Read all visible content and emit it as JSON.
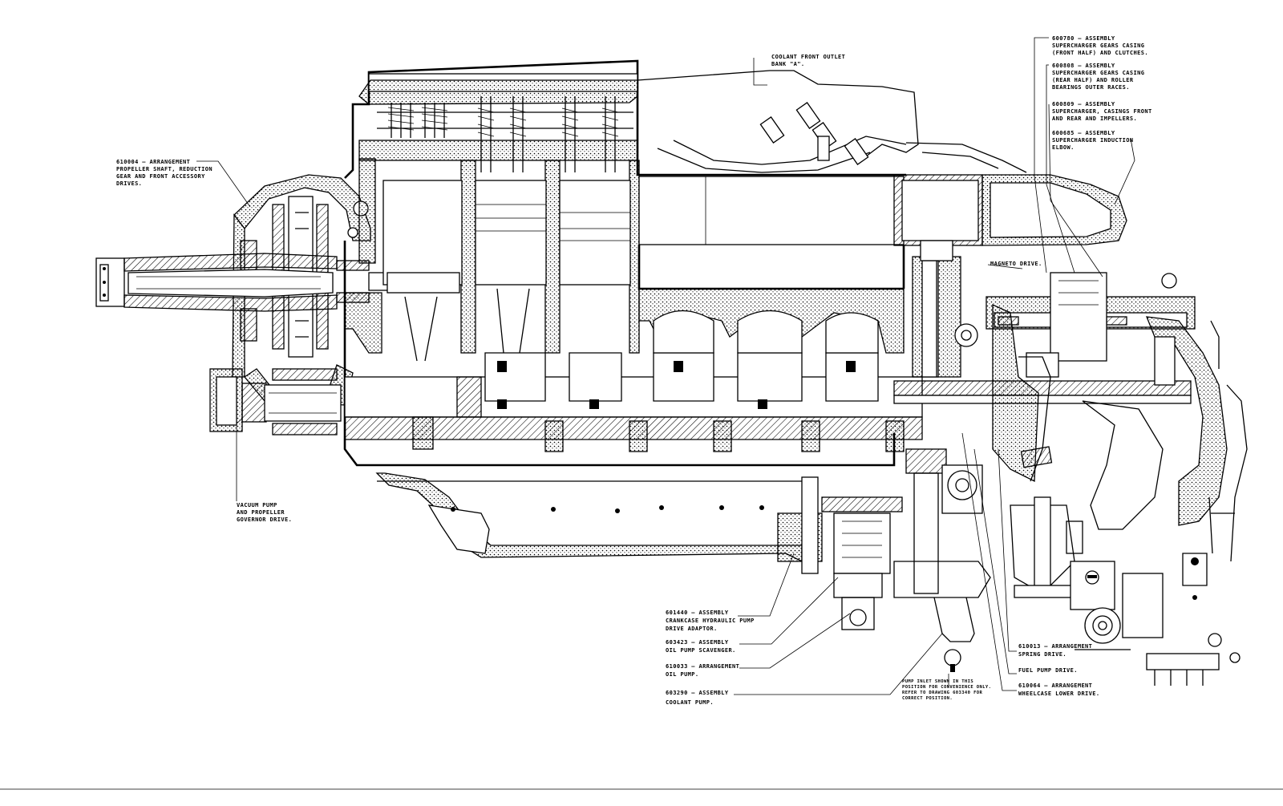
{
  "callouts": {
    "prop_shaft": [
      "610004 — ARRANGEMENT",
      "PROPELLER SHAFT, REDUCTION",
      "GEAR AND FRONT ACCESSORY",
      "DRIVES."
    ],
    "vacuum_pump": [
      "VACUUM PUMP",
      "AND PROPELLER",
      "GOVERNOR DRIVE."
    ],
    "coolant_outlet": [
      "COOLANT FRONT OUTLET",
      "BANK \"A\"."
    ],
    "sc_gears_front": [
      "600780 — ASSEMBLY",
      "SUPERCHARGER GEARS CASING",
      "(FRONT HALF) AND CLUTCHES."
    ],
    "sc_gears_rear": [
      "600808 — ASSEMBLY",
      "SUPERCHARGER GEARS CASING",
      "(REAR HALF) AND ROLLER",
      "BEARINGS OUTER RACES."
    ],
    "sc_casings": [
      "600809 — ASSEMBLY",
      "SUPERCHARGER, CASINGS FRONT",
      "AND REAR AND IMPELLERS."
    ],
    "sc_elbow": [
      "600685 — ASSEMBLY",
      "SUPERCHARGER INDUCTION",
      "ELBOW."
    ],
    "magneto": [
      "MAGNETO DRIVE."
    ],
    "hyd_pump": [
      "601440 — ASSEMBLY",
      "CRANKCASE HYDRAULIC PUMP",
      "DRIVE ADAPTOR."
    ],
    "oil_scav": [
      "603423 — ASSEMBLY",
      "OIL PUMP SCAVENGER."
    ],
    "oil_pump": [
      "610033 — ARRANGEMENT",
      "OIL PUMP."
    ],
    "coolant_pump": [
      "603290 — ASSEMBLY",
      "COOLANT PUMP."
    ],
    "pump_inlet": [
      "PUMP INLET SHOWN IN THIS",
      "POSITION FOR CONVENIENCE ONLY.",
      "REFER TO DRAWING 603340 FOR",
      "CORRECT POSITION."
    ],
    "spring_drive": [
      "610013 — ARRANGEMENT",
      "SPRING DRIVE."
    ],
    "fuel_pump": [
      "FUEL PUMP DRIVE."
    ],
    "wheelcase": [
      "610064 — ARRANGEMENT",
      "WHEELCASE LOWER DRIVE."
    ]
  }
}
